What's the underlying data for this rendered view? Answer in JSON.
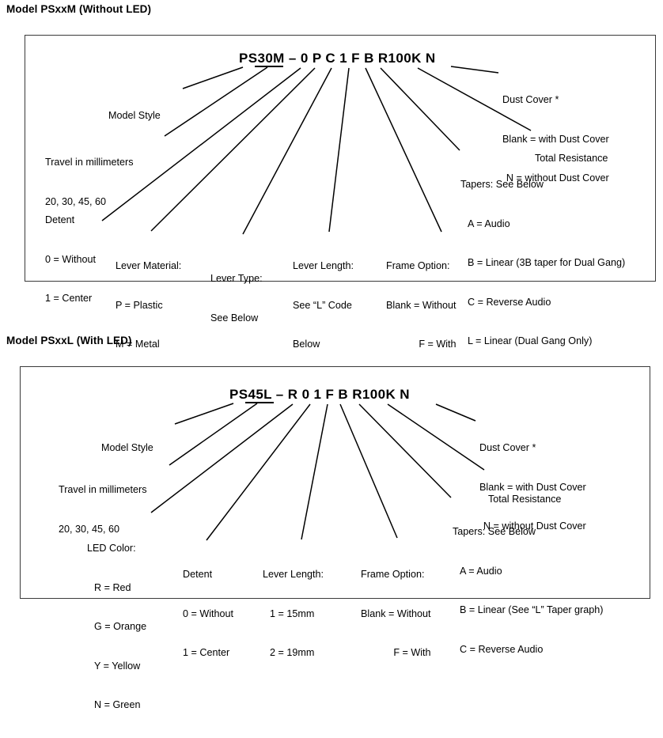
{
  "document": {
    "kind": "part-number-ordering-diagram"
  },
  "sections": [
    {
      "id": "psxxm",
      "title": "Model PSxxM (Without LED)",
      "part_code": "PS30M – 0 P C 1 F B R100K N",
      "callouts": [
        {
          "name": "model-style",
          "lines": [
            "Model Style"
          ]
        },
        {
          "name": "travel",
          "lines": [
            "Travel in millimeters",
            "20, 30, 45, 60"
          ]
        },
        {
          "name": "detent",
          "lines": [
            "Detent",
            "0 = Without",
            "1 = Center"
          ]
        },
        {
          "name": "lever-material",
          "lines": [
            "Lever Material:",
            "P = Plastic",
            "M = Metal"
          ]
        },
        {
          "name": "lever-type",
          "lines": [
            "Lever Type:",
            "See Below"
          ]
        },
        {
          "name": "lever-length",
          "lines": [
            "Lever Length:",
            "See “L” Code",
            "Below"
          ]
        },
        {
          "name": "frame-option",
          "lines": [
            "Frame Option:",
            "Blank = Without",
            "F = With"
          ]
        },
        {
          "name": "tapers",
          "lines": [
            "Tapers: See Below",
            "A = Audio",
            "B = Linear (3B taper for Dual Gang)",
            "C = Reverse Audio",
            "L = Linear (Dual Gang Only)"
          ]
        },
        {
          "name": "total-resistance",
          "lines": [
            "Total Resistance"
          ]
        },
        {
          "name": "dust-cover",
          "lines": [
            "Dust Cover *",
            "Blank = with Dust Cover",
            "N = without Dust Cover"
          ]
        }
      ]
    },
    {
      "id": "psxxl",
      "title": "Model PSxxL (With LED)",
      "part_code": "PS45L – R 0 1 F B R100K N",
      "callouts": [
        {
          "name": "model-style",
          "lines": [
            "Model Style"
          ]
        },
        {
          "name": "travel",
          "lines": [
            "Travel in millimeters",
            "20, 30, 45, 60"
          ]
        },
        {
          "name": "led-color",
          "lines": [
            "LED Color:",
            "R = Red",
            "G = Orange",
            "Y = Yellow",
            "N = Green"
          ]
        },
        {
          "name": "detent",
          "lines": [
            "Detent",
            "0 = Without",
            "1 = Center"
          ]
        },
        {
          "name": "lever-length",
          "lines": [
            "Lever Length:",
            "1 = 15mm",
            "2 = 19mm"
          ]
        },
        {
          "name": "frame-option",
          "lines": [
            "Frame Option:",
            "Blank = Without",
            "F = With"
          ]
        },
        {
          "name": "tapers",
          "lines": [
            "Tapers: See Below",
            "A = Audio",
            "B = Linear (See “L” Taper graph)",
            "C = Reverse Audio"
          ]
        },
        {
          "name": "total-resistance",
          "lines": [
            "Total Resistance"
          ]
        },
        {
          "name": "dust-cover",
          "lines": [
            "Dust Cover *",
            "Blank = with Dust Cover",
            "N = without Dust Cover"
          ]
        }
      ]
    }
  ],
  "colors": {
    "ink": "#000000",
    "box_border": "#3a3a3a",
    "background": "#ffffff"
  }
}
